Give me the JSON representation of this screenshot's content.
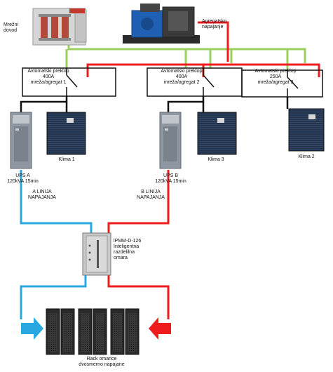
{
  "colors": {
    "mains_line": "#9bd060",
    "generator_line": "#ee1c1c",
    "circuit_a": "#29a8df",
    "circuit_b": "#ee1c1c",
    "black_line": "#111111",
    "hvac_body": "#1f2e45",
    "ups_body": "#8f98a2",
    "rack_body": "#2a2a2a"
  },
  "icons": {
    "transformer": "transformer-icon",
    "generator": "generator-icon",
    "ups": "ups-icon",
    "hvac": "hvac-unit-icon",
    "pdu": "pdu-cabinet-icon",
    "rack": "server-rack-icon"
  },
  "labels": {
    "mains": "Mrežni\ndovod",
    "generator": "Agregatsko\nnapajanje",
    "ats1": "Avtomatski preklop\n400A\nmreža/agregat 1",
    "ats2": "Avtomatski preklop\n400A\nmreža/agregat 2",
    "ats3": "Avtomatski preklop\n250A\nmreža/agregat 3",
    "ups_a": "UPS A\n120kVA 15min",
    "ups_b": "UPS B\n120kVA 15min",
    "klima1": "Klima 1",
    "klima3": "Klima 3",
    "klima2": "Klima 2",
    "line_a": "A LINIJA\nNAPAJANJA",
    "line_b": "B LINIJA\nNAPAJANJA",
    "pdu": "iPMM-D-126\nInteligentna\nrazdelilna\nomara",
    "racks": "Rack omarice\ndvosmerno napajane"
  }
}
